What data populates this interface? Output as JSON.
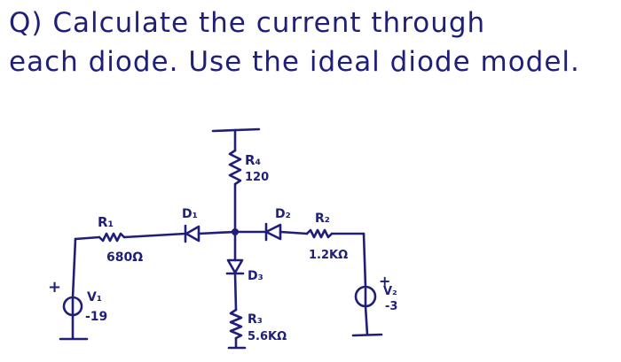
{
  "question": {
    "line1": "Q) Calculate the current through",
    "line2": "each diode. Use the ideal diode model."
  },
  "components": {
    "r1": {
      "name": "R₁",
      "value": "680Ω"
    },
    "r2": {
      "name": "R₂",
      "value": "1.2KΩ"
    },
    "r3": {
      "name": "R₃",
      "value": "5.6KΩ"
    },
    "r4": {
      "name": "R₄",
      "value": "120"
    },
    "d1": {
      "name": "D₁"
    },
    "d2": {
      "name": "D₂"
    },
    "d3": {
      "name": "D₃"
    },
    "v1": {
      "name": "V₁",
      "value": "-19",
      "polarity": "+"
    },
    "v2": {
      "name": "V₂",
      "value": "-3",
      "polarity": "+"
    }
  },
  "colors": {
    "ink": "#1f1f78",
    "background": "#ffffff"
  }
}
